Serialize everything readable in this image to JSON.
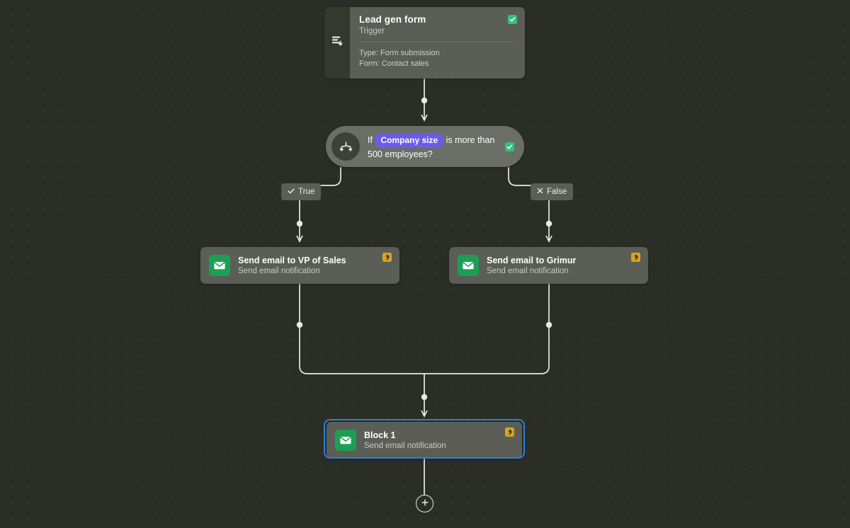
{
  "canvas": {
    "background_color": "#2a2e27",
    "dot_color": "#3b4038"
  },
  "colors": {
    "node_bg": "#5a5e57",
    "condition_bg": "#6a6e66",
    "pill_purple": "#6b5ce7",
    "check_green": "#35c07a",
    "mail_green": "#1e9e55",
    "warning_amber": "#d9a321",
    "selection_blue": "#2f7fd6",
    "edge_white": "#e8eae5"
  },
  "trigger_node": {
    "icon": "form-submission-icon",
    "title": "Lead gen form",
    "subtitle": "Trigger",
    "meta": [
      "Type: Form submission",
      "Form: Contact sales"
    ],
    "status_icon": "checkbox-checked-icon"
  },
  "condition_node": {
    "icon": "branch-split-icon",
    "text_before": "If",
    "variable_pill": "Company size",
    "text_after": "is more than 500 employees?",
    "status_icon": "checkbox-checked-icon"
  },
  "branches": [
    {
      "label": "True",
      "icon": "check-icon"
    },
    {
      "label": "False",
      "icon": "cross-icon"
    }
  ],
  "action_nodes": [
    {
      "icon": "email-icon",
      "title": "Send email to VP of Sales",
      "subtitle": "Send email notification",
      "status_icon": "warning-wrench-icon"
    },
    {
      "icon": "email-icon",
      "title": "Send email to Grimur",
      "subtitle": "Send email notification",
      "status_icon": "warning-wrench-icon"
    },
    {
      "icon": "email-icon",
      "title": "Block 1",
      "subtitle": "Send email notification",
      "status_icon": "warning-wrench-icon",
      "selected": true
    }
  ],
  "add_button": {
    "icon": "plus-icon",
    "label": "+"
  }
}
